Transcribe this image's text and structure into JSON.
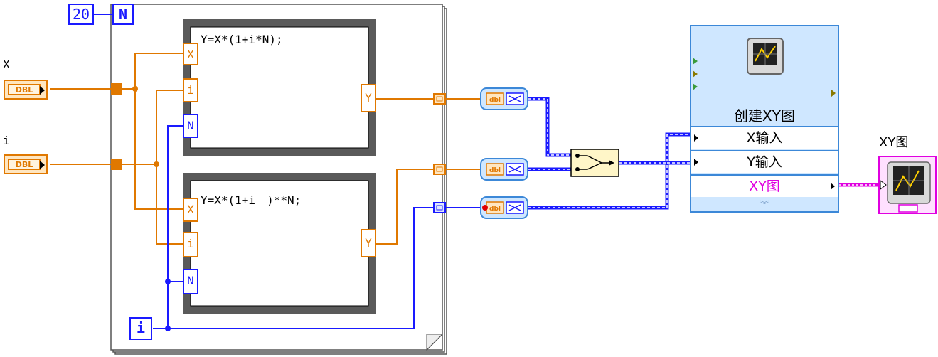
{
  "controls": {
    "x": {
      "label": "X",
      "type": "DBL"
    },
    "i": {
      "label": "i",
      "type": "DBL"
    }
  },
  "loop": {
    "count_value": "20",
    "count_terminal": "N",
    "iteration_terminal": "i"
  },
  "formula1": {
    "text": "Y=X*(1+i*N);",
    "inputs": [
      "X",
      "i",
      "N"
    ],
    "output": "Y"
  },
  "formula2": {
    "text": "Y=X*(1+i　)**N;",
    "inputs": [
      "X",
      "i",
      "N"
    ],
    "output": "Y"
  },
  "build_xy": {
    "title": "创建XY图",
    "rows": [
      "X输入",
      "Y输入",
      "XY图"
    ]
  },
  "indicator": {
    "label": "XY图"
  },
  "colors": {
    "orange_wire": "#e07800",
    "blue_wire": "#1a1aff",
    "pink_wire": "#e000e0",
    "structure_gray": "#5a5a5a",
    "subvi_bg": "#cfe7ff"
  },
  "icons": [
    "dbl-control-icon",
    "for-loop-icon",
    "formula-node-icon",
    "build-array-icon",
    "bundle-icon",
    "build-xy-graph-icon",
    "xy-graph-indicator-icon"
  ]
}
